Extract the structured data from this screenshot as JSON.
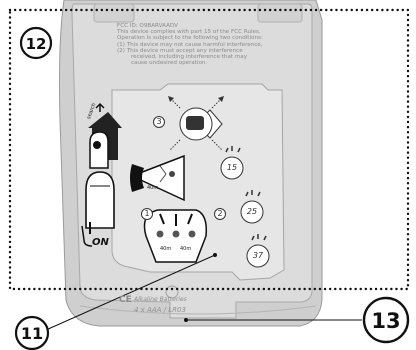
{
  "fcc": {
    "id_line": "FCC ID: O9BARVAADV",
    "lines": [
      "This device complies with part 15 of the FCC Rules.",
      "Operation is subject to the following two conditions:",
      "(1) This device may not cause harmful interference,",
      "(2) This device must accept any interference",
      "received, including interference that may",
      "cause undesired operation."
    ]
  },
  "battery": {
    "ce_mark": "CE",
    "type": "Alkaline Batteries",
    "size": "4 x AAA / LR03"
  },
  "callouts": {
    "c12": "12",
    "c11": "11",
    "c13": "13"
  },
  "labels": {
    "search": "search",
    "on": "ON",
    "step1": "1",
    "step2": "2",
    "step3": "3",
    "dur_15": "15",
    "dur_25": "25",
    "dur_37": "37",
    "m40_a": "40m",
    "m40_b": "40m",
    "m40_c": "40m"
  },
  "colors": {
    "device_body": "#c9c9c9",
    "panel": "#d9d9d9",
    "ink": "#111111"
  }
}
